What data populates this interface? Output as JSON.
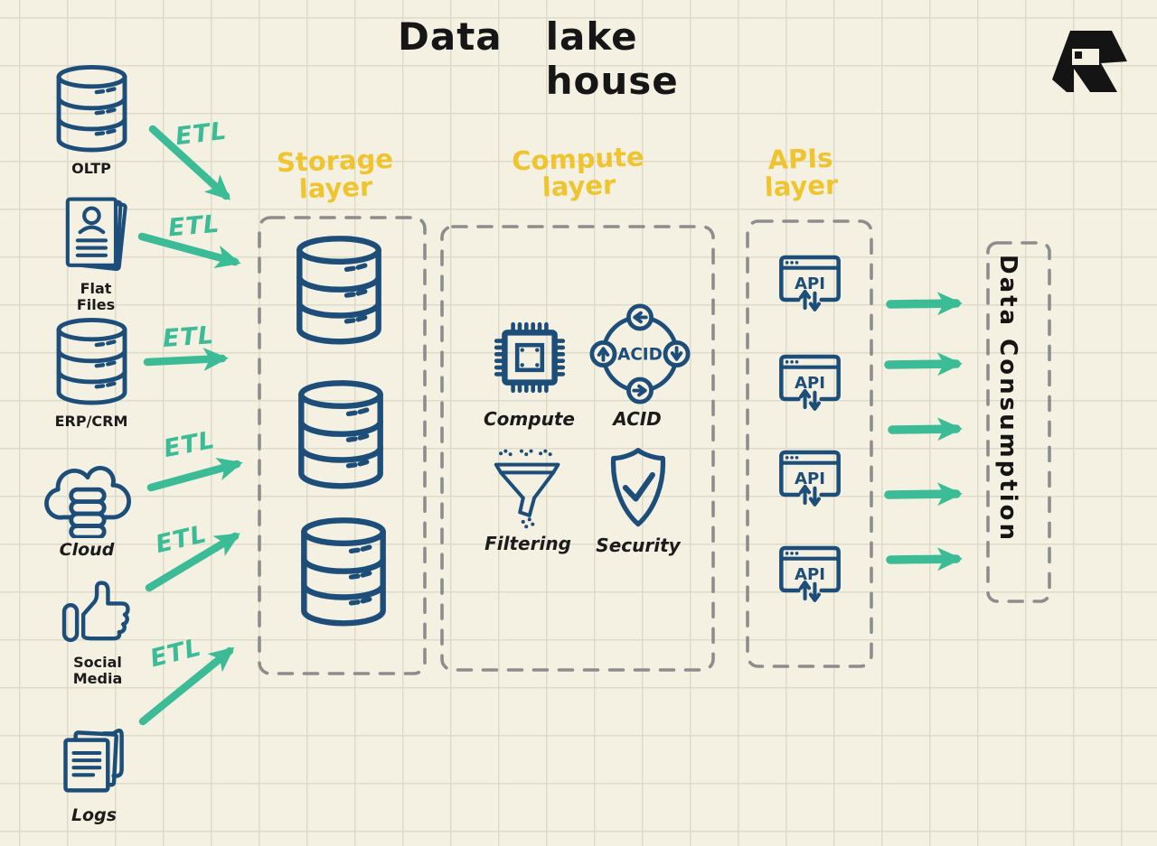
{
  "title": {
    "part1": "Data",
    "part2": "lake house"
  },
  "sources": [
    {
      "label": "OLTP"
    },
    {
      "label": "Flat Files"
    },
    {
      "label": "ERP/CRM"
    },
    {
      "label": "Cloud"
    },
    {
      "label": "Social Media"
    },
    {
      "label": "Logs"
    }
  ],
  "etl": {
    "labels": [
      "ETL",
      "ETL",
      "ETL",
      "ETL",
      "ETL",
      "ETL"
    ]
  },
  "layers": {
    "storage": {
      "title": "Storage layer",
      "database_count": 3
    },
    "compute": {
      "title": "Compute layer",
      "items": [
        {
          "label": "Compute"
        },
        {
          "label": "ACID",
          "center_text": "ACID"
        },
        {
          "label": "Filtering"
        },
        {
          "label": "Security"
        }
      ]
    },
    "apis": {
      "title": "APIs layer",
      "items": [
        {
          "label": "API"
        },
        {
          "label": "API"
        },
        {
          "label": "API"
        },
        {
          "label": "API"
        }
      ]
    },
    "consumption": {
      "title": "Data Consumption"
    }
  },
  "colors": {
    "background": "#f4f1e3",
    "ink_navy": "#1d4e79",
    "accent_teal": "#3cbc96",
    "accent_yellow": "#f0c42f",
    "dash_gray": "#8d8d8d",
    "text_black": "#1b1b1b"
  }
}
